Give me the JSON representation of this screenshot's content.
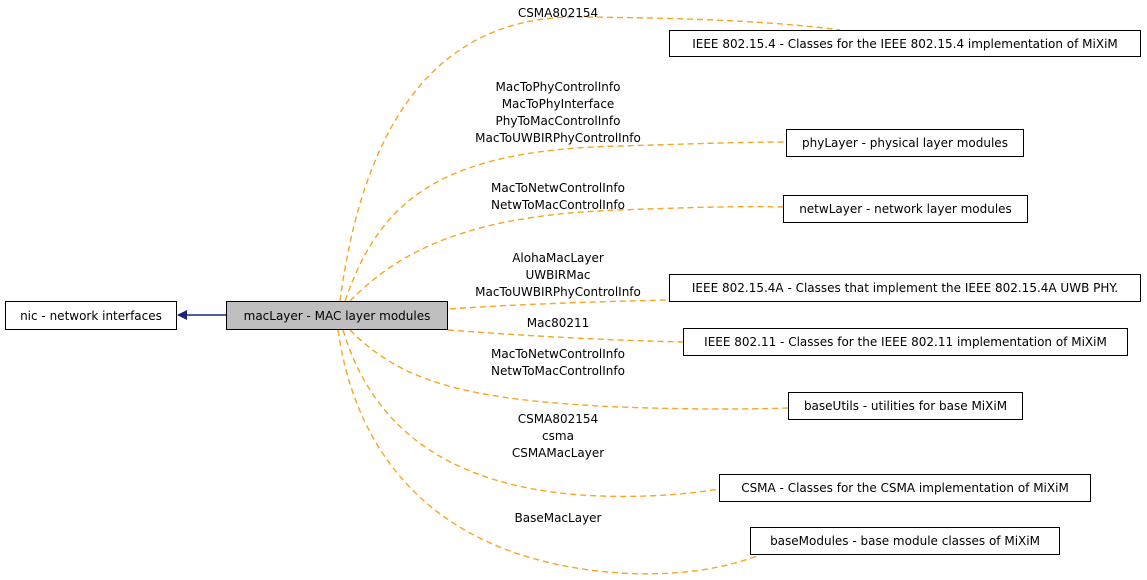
{
  "nodes": {
    "nic": "nic - network interfaces",
    "maclayer": "macLayer - MAC layer modules",
    "ieee802154": "IEEE 802.15.4 - Classes for the IEEE 802.15.4 implementation of MiXiM",
    "phylayer": "phyLayer - physical layer modules",
    "netwlayer": "netwLayer - network layer modules",
    "ieee802154a": "IEEE 802.15.4A - Classes that implement the IEEE 802.15.4A UWB PHY.",
    "ieee80211": "IEEE 802.11 - Classes for the IEEE 802.11 implementation of MiXiM",
    "baseutils": "baseUtils - utilities for base MiXiM",
    "csma": "CSMA - Classes for the CSMA implementation of MiXiM",
    "basemodules": "baseModules - base module classes of MiXiM"
  },
  "edge_labels": {
    "ieee802154": [
      "CSMA802154"
    ],
    "phylayer": [
      "MacToPhyControlInfo",
      "MacToPhyInterface",
      "PhyToMacControlInfo",
      "MacToUWBIRPhyControlInfo"
    ],
    "netwlayer": [
      "MacToNetwControlInfo",
      "NetwToMacControlInfo"
    ],
    "ieee802154a": [
      "AlohaMacLayer",
      "UWBIRMac",
      "MacToUWBIRPhyControlInfo"
    ],
    "ieee80211": [
      "Mac80211"
    ],
    "baseutils": [
      "MacToNetwControlInfo",
      "NetwToMacControlInfo"
    ],
    "csma": [
      "CSMA802154",
      "csma",
      "CSMAMacLayer"
    ],
    "basemodules": [
      "BaseMacLayer"
    ]
  },
  "colors": {
    "edge_dependency": "#f5a623",
    "edge_parent": "#1a237e",
    "current_node_fill": "#bfbfbf"
  }
}
